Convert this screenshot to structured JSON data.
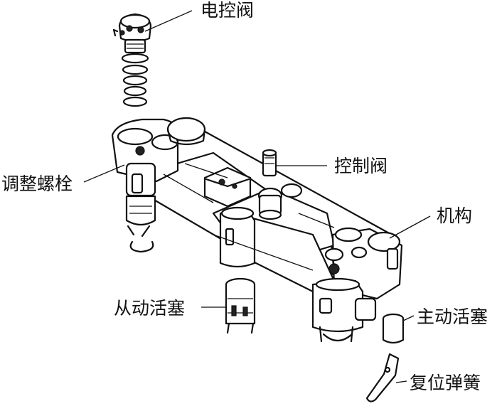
{
  "labels": {
    "solenoid_valve": "电控阀",
    "adjusting_bolt": "调整螺栓",
    "control_valve": "控制阀",
    "mechanism": "机构",
    "slave_piston": "从动活塞",
    "master_piston": "主动活塞",
    "return_spring": "复位弹簧"
  }
}
